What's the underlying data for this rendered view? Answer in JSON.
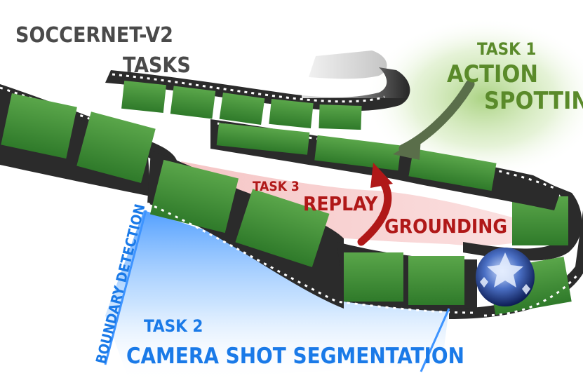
{
  "title": {
    "line1": "SOCCERNET-V2",
    "line2": "TASKS"
  },
  "tasks": [
    {
      "id": "task1",
      "label": "TASK 1",
      "name_line1": "ACTION",
      "name_line2": "SPOTTING",
      "color": "#5a8a2a"
    },
    {
      "id": "task2",
      "label": "TASK 2",
      "name": "CAMERA SHOT SEGMENTATION",
      "sub": "BOUNDARY DETECTION",
      "color": "#1a7ae8"
    },
    {
      "id": "task3",
      "label": "TASK 3",
      "name_line1": "REPLAY",
      "name_line2": "GROUNDING",
      "color": "#b01818"
    }
  ],
  "colors": {
    "film": "#2b2b2b",
    "field": "#3f8f36",
    "task1_glow": "#9ccc6e",
    "task2_glow": "#6fb3ff",
    "task3_fill": "#f6c8c8",
    "title": "#4a4a4a"
  },
  "icons": [
    "film-strip-icon",
    "champions-league-ball-icon",
    "curved-arrow-icon"
  ]
}
